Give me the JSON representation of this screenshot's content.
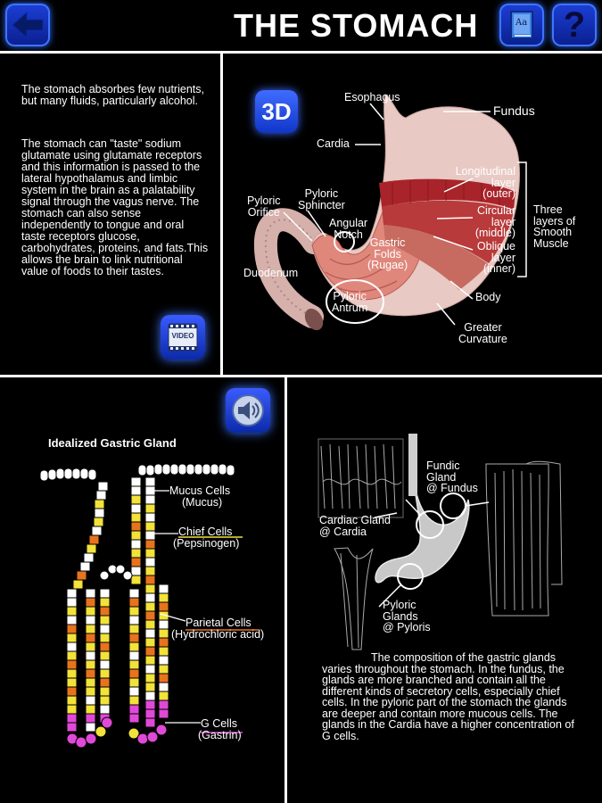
{
  "header": {
    "title": "THE STOMACH",
    "dictionary_icon_text": "Aa",
    "help_glyph": "?"
  },
  "intro": {
    "p1": "The stomach absorbes few nutrients, but many fluids, particularly alcohol.",
    "p2": "The stomach can \"taste\" sodium glutamate using glutamate receptors and this information is passed to the lateral hypothalamus and limbic system in the brain as a palatability signal through the vagus nerve. The stomach can also sense independently to tongue and oral taste receptors glucose, carbohydrates, proteins, and fats.This allows the brain to link nutritional value of foods to their tastes."
  },
  "buttons": {
    "three_d": "3D",
    "video": "VIDEO"
  },
  "stomach_labels": {
    "esophagus": "Esophagus",
    "fundus": "Fundus",
    "cardia": "Cardia",
    "longitudinal": [
      "Longitudinal",
      "layer",
      "(outer)"
    ],
    "circular": [
      "Circular",
      "layer",
      "(middle)"
    ],
    "oblique": [
      "Oblique",
      "layer",
      "(inner)"
    ],
    "three_layers": [
      "Three",
      "layers of",
      "Smooth",
      "Muscle"
    ],
    "pyloric_orifice": [
      "Pyloric",
      "Orifice"
    ],
    "pyloric_sphincter": [
      "Pyloric",
      "Sphincter"
    ],
    "angular_notch": [
      "Angular",
      "Notch"
    ],
    "gastric_folds": [
      "Gastric",
      "Folds",
      "(Rugae)"
    ],
    "duodenum": "Duodenum",
    "pyloric_antrum": [
      "Pyloric",
      "Antrum"
    ],
    "body": "Body",
    "greater_curvature": [
      "Greater",
      "Curvature"
    ]
  },
  "gland": {
    "title": "Idealized Gastric Gland",
    "mucus": [
      "Mucus Cells",
      "(Mucus)"
    ],
    "chief": [
      "Chief Cells",
      "(Pepsinogen)"
    ],
    "parietal": [
      "Parietal Cells",
      "(Hydrochloric acid)"
    ],
    "g_cells": [
      "G Cells",
      "(Gastrin)"
    ]
  },
  "glands_map": {
    "fundic": [
      "Fundic",
      "Gland",
      "@ Fundus"
    ],
    "cardiac": [
      "Cardiac Gland",
      "@ Cardia"
    ],
    "pyloric": [
      "Pyloric",
      "Glands",
      "@ Pyloris"
    ]
  },
  "composition_text": "The composition of the gastric glands varies throughout the stomach. In the fundus, the glands are more branched and contain all the different kinds of secretory cells, especially chief cells. In the pyloric part of the stomach the glands are deeper and contain more mucous cells. The glands in the Cardia have a higher concentration of G cells.",
  "colors": {
    "button_blue": "#1c3fd6",
    "chief_yellow": "#f2e23a",
    "parietal_orange": "#e8731e",
    "g_cell_magenta": "#e049d8",
    "muscle_red": "#a8242a",
    "stomach_pink": "#e8c9c4"
  }
}
